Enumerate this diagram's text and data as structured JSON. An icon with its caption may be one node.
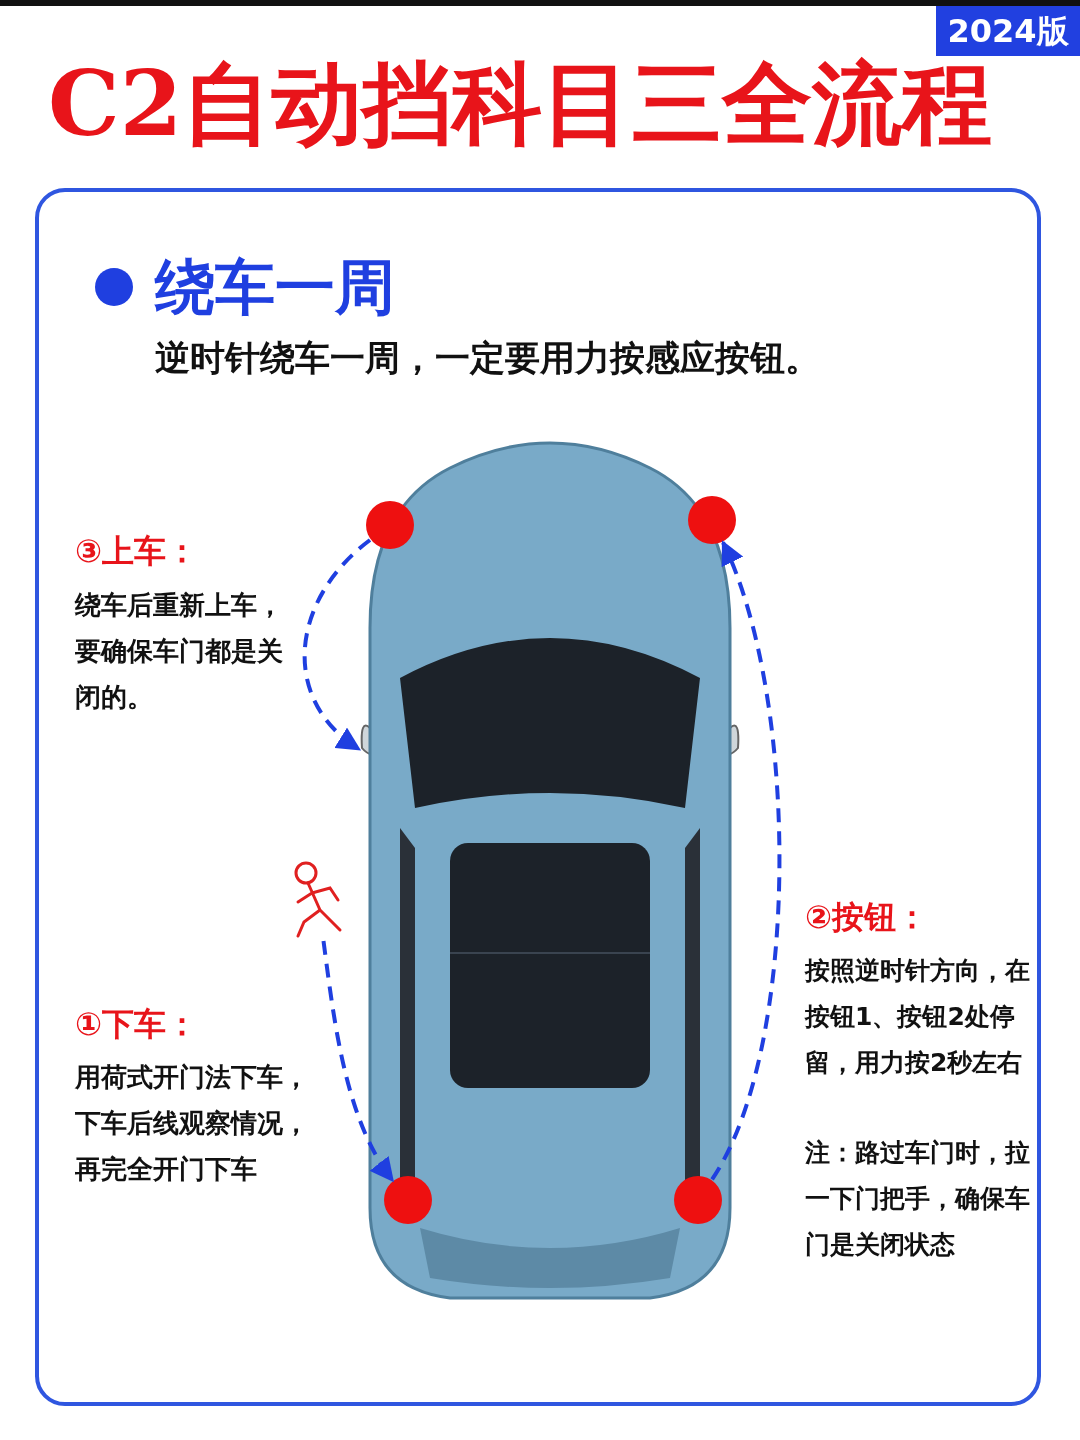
{
  "diagram": {
    "title": "C2自动挡科目三全流程",
    "nodes": [
      {
        "text": [],
        "shape": "picture"
      },
      {
        "text": [],
        "shape": "circle",
        "in": 0
      },
      {
        "text": [],
        "shape": "circle",
        "in": 0
      },
      {
        "text": [],
        "shape": "circle",
        "in": 0
      },
      {
        "text": [],
        "shape": "circle",
        "in": 0
      },
      {
        "text": [],
        "shape": "person"
      }
    ],
    "edges": [
      {
        "from": 5,
        "to": 3,
        "arrow": "to",
        "style": "dashed"
      },
      {
        "from": 4,
        "to": 2,
        "arrow": "to",
        "style": "dashed"
      },
      {
        "from": 1,
        "to": 0,
        "arrow": "to",
        "style": "dashed"
      }
    ],
    "labels": [
      "2024版",
      "绕车一周",
      "逆时针绕车一周，一定要用力按感应按钮。",
      "③上车：",
      "绕车后重新上车，要确保车门都是关闭的。",
      "②按钮：",
      "按照逆时针方向，在按钮1、按钮2处停留，用力按2秒左右",
      "注：路过车门时，拉一下门把手，确保车门是关闭状态",
      "①下车：",
      "用荷式开门法下车，下车后线观察情况，再完全开门下车"
    ]
  }
}
